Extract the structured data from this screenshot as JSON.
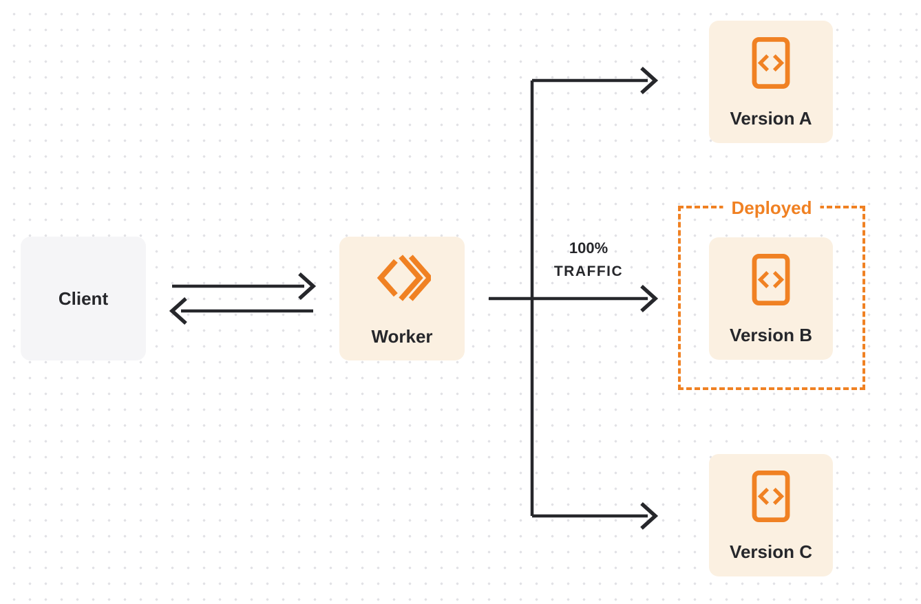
{
  "diagram": {
    "nodes": {
      "client": {
        "label": "Client"
      },
      "worker": {
        "label": "Worker"
      },
      "version_a": {
        "label": "Version A"
      },
      "version_b": {
        "label": "Version B"
      },
      "version_c": {
        "label": "Version C"
      }
    },
    "traffic_label": {
      "line1": "100%",
      "line2": "TRAFFIC"
    },
    "deployed_label": "Deployed"
  },
  "icons": {
    "worker_icon": "workers-double-chevron-icon",
    "version_icon": "code-file-icon"
  },
  "colors": {
    "accent_orange": "#F08123",
    "cream_box": "#FBF0E1",
    "gray_box": "#F5F5F7",
    "ink": "#26272B",
    "dot_grid": "#E2E2E6",
    "background": "#FFFFFF"
  }
}
